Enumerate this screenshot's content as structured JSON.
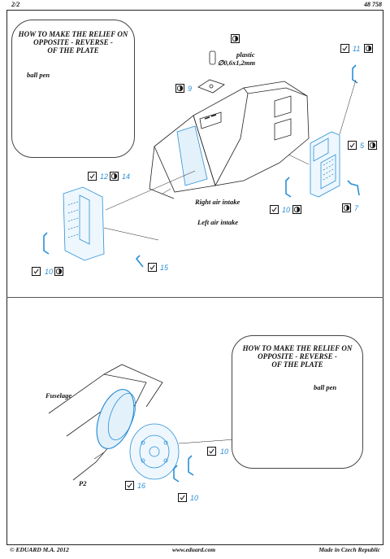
{
  "header": {
    "page": "2/2",
    "kit_number": "48 758"
  },
  "top_callout": {
    "title_lines": [
      "HOW TO MAKE THE RELIEF ON",
      "OPPOSITE - REVERSE -",
      "OF THE PLATE"
    ],
    "tool_label": "ball pen"
  },
  "bottom_callout": {
    "title_lines": [
      "HOW TO MAKE THE RELIEF ON",
      "OPPOSITE - REVERSE -",
      "OF THE PLATE"
    ],
    "tool_label": "ball pen"
  },
  "labels": {
    "plastic": "plastic",
    "rod_size": "∅0,6x1,2mm",
    "right_intake": "Right air intake",
    "left_intake": "Left air intake",
    "fuselage": "Fuselage",
    "p2": "P2"
  },
  "part_numbers": {
    "p9": "9",
    "p11": "11",
    "p5": "5",
    "p7": "7",
    "p10a": "10",
    "p12": "12",
    "p14": "14",
    "p15": "15",
    "p10b": "10",
    "p10c": "10",
    "p16": "16",
    "p10d": "10"
  },
  "icons": {
    "fold": "fold-bend-icon",
    "reverse": "reverse-side-icon"
  },
  "footer": {
    "copyright": "© EDUARD  M.A. 2012",
    "website": "www.eduard.com",
    "origin": "Made in Czech Republic"
  }
}
